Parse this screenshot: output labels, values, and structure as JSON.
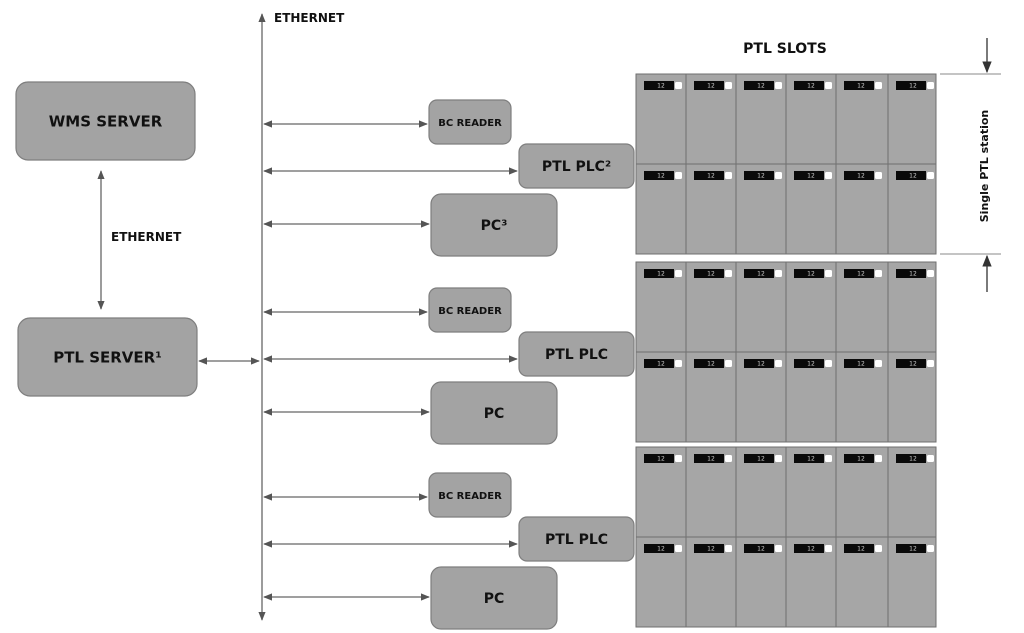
{
  "ethernet_bus": {
    "label": "ETHERNET"
  },
  "wms_server": {
    "label": "WMS SERVER"
  },
  "link_label": "ETHERNET",
  "ptl_server": {
    "label": "PTL SERVER¹"
  },
  "ptl_slots_title": "PTL SLOTS",
  "station_label": "Single PTL station",
  "slot_display_text": "12",
  "stations": [
    {
      "bc_reader": "BC READER",
      "plc": "PTL PLC²",
      "pc": "PC³"
    },
    {
      "bc_reader": "BC READER",
      "plc": "PTL PLC",
      "pc": "PC"
    },
    {
      "bc_reader": "BC READER",
      "plc": "PTL PLC",
      "pc": "PC"
    }
  ],
  "rack": {
    "columns": 6,
    "rows_per_station": 2
  },
  "colors": {
    "box_fill": "#a3a3a3",
    "rack_fill": "#a6a6a6",
    "line": "#666666",
    "display": "#0a0a0a"
  }
}
